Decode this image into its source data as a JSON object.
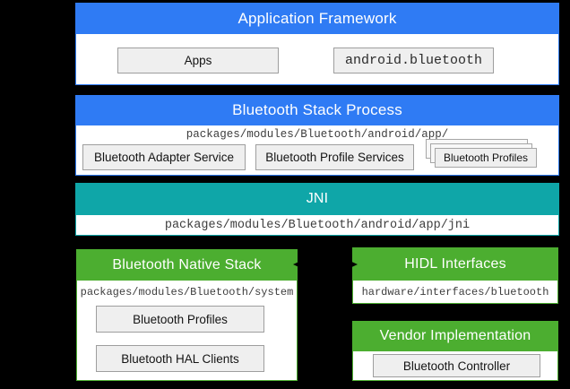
{
  "diagram": {
    "application_framework": {
      "title": "Application Framework",
      "apps_label": "Apps",
      "api_label": "android.bluetooth"
    },
    "bluetooth_stack_process": {
      "title": "Bluetooth Stack Process",
      "path": "packages/modules/Bluetooth/android/app/",
      "adapter_service_label": "Bluetooth Adapter Service",
      "profile_services_label": "Bluetooth Profile Services",
      "profiles_label": "Bluetooth Profiles"
    },
    "jni": {
      "title": "JNI",
      "path": "packages/modules/Bluetooth/android/app/jni"
    },
    "native_stack": {
      "title": "Bluetooth Native Stack",
      "path": "packages/modules/Bluetooth/system",
      "profiles_label": "Bluetooth Profiles",
      "hal_clients_label": "Bluetooth HAL Clients"
    },
    "hidl_interfaces": {
      "title": "HIDL Interfaces",
      "path": "hardware/interfaces/bluetooth"
    },
    "vendor_implementation": {
      "title": "Vendor Implementation",
      "controller_label": "Bluetooth Controller"
    },
    "colors": {
      "header_blue": "#2F7BF4",
      "header_teal": "#0FA6A8",
      "header_green": "#4CAE30",
      "box_fill": "#EFEFEF",
      "box_border": "#9E9E9E",
      "path_text": "#3D3D3D",
      "background": "#000000",
      "arrow": "#000000"
    }
  }
}
